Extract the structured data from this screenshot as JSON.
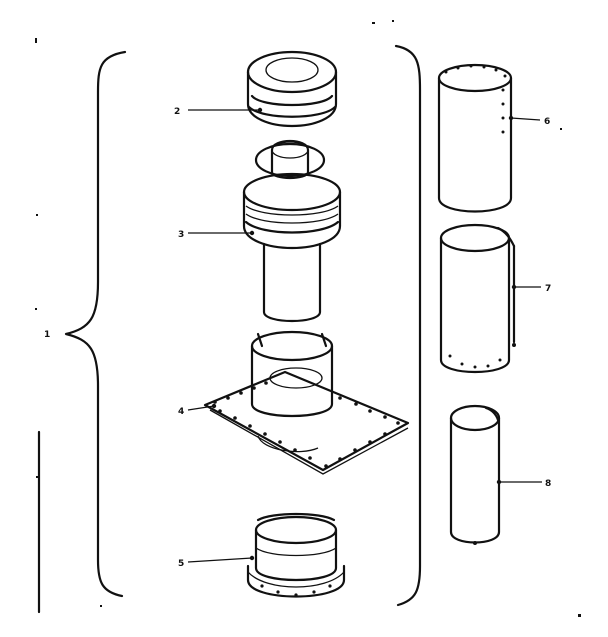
{
  "parts": [
    {
      "id": "assembly",
      "label": "1"
    },
    {
      "id": "top-cap",
      "label": "2"
    },
    {
      "id": "inner-collar",
      "label": "3"
    },
    {
      "id": "base-flange-plate",
      "label": "4"
    },
    {
      "id": "bottom-ring",
      "label": "5"
    },
    {
      "id": "long-pipe",
      "label": "6"
    },
    {
      "id": "seamed-pipe",
      "label": "7"
    },
    {
      "id": "short-pipe",
      "label": "8"
    }
  ]
}
